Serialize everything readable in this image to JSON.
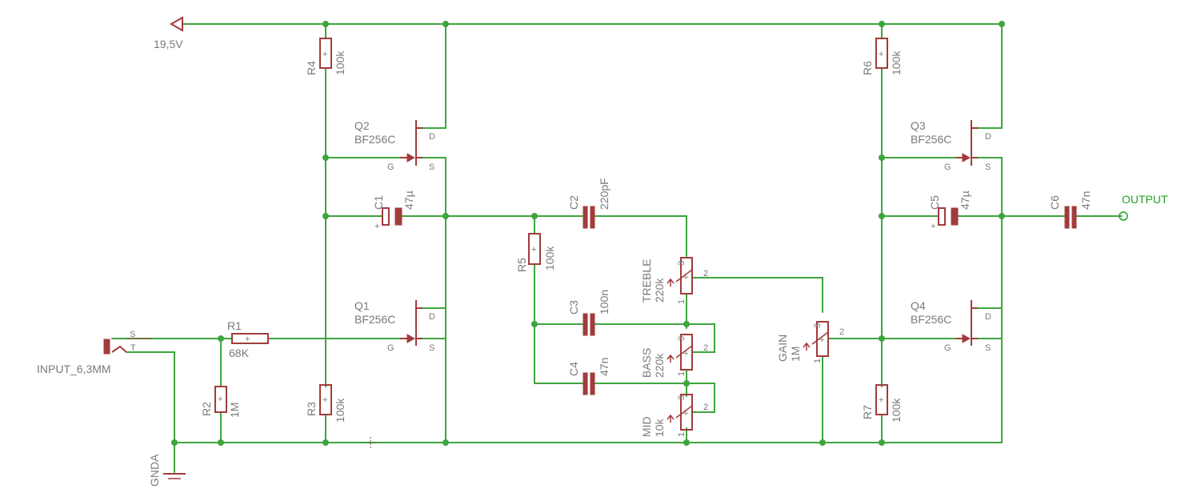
{
  "colors": {
    "wire": "#3ea53e",
    "part": "#a23b3b",
    "text": "#7a7a7a",
    "net": "#22a022",
    "background": "#ffffff"
  },
  "supply": {
    "label": "19,5V"
  },
  "ground": {
    "label": "GNDA"
  },
  "input": {
    "label": "INPUT_6,3MM",
    "pin_s": "S",
    "pin_t": "T"
  },
  "output": {
    "label": "OUTPUT"
  },
  "resistors": {
    "R1": {
      "name": "R1",
      "value": "68K"
    },
    "R2": {
      "name": "R2",
      "value": "1M"
    },
    "R3": {
      "name": "R3",
      "value": "100k"
    },
    "R4": {
      "name": "R4",
      "value": "100k"
    },
    "R5": {
      "name": "R5",
      "value": "100k"
    },
    "R6": {
      "name": "R6",
      "value": "100k"
    },
    "R7": {
      "name": "R7",
      "value": "100k"
    }
  },
  "capacitors": {
    "C1": {
      "name": "C1",
      "value": "47µ"
    },
    "C2": {
      "name": "C2",
      "value": "220pF"
    },
    "C3": {
      "name": "C3",
      "value": "100n"
    },
    "C4": {
      "name": "C4",
      "value": "47n"
    },
    "C5": {
      "name": "C5",
      "value": "47µ"
    },
    "C6": {
      "name": "C6",
      "value": "47n"
    }
  },
  "transistors": {
    "Q1": {
      "name": "Q1",
      "value": "BF256C"
    },
    "Q2": {
      "name": "Q2",
      "value": "BF256C"
    },
    "Q3": {
      "name": "Q3",
      "value": "BF256C"
    },
    "Q4": {
      "name": "Q4",
      "value": "BF256C"
    }
  },
  "transistor_pins": {
    "gate": "G",
    "source": "S",
    "drain": "D"
  },
  "pots": {
    "treble": {
      "name": "TREBLE",
      "value": "220k"
    },
    "bass": {
      "name": "BASS",
      "value": "220k"
    },
    "mid": {
      "name": "MID",
      "value": "10k"
    },
    "gain": {
      "name": "GAIN",
      "value": "1M"
    }
  },
  "pot_pins": {
    "p1": "1",
    "p2": "2",
    "p3": "3"
  },
  "cap_polarity": "+"
}
